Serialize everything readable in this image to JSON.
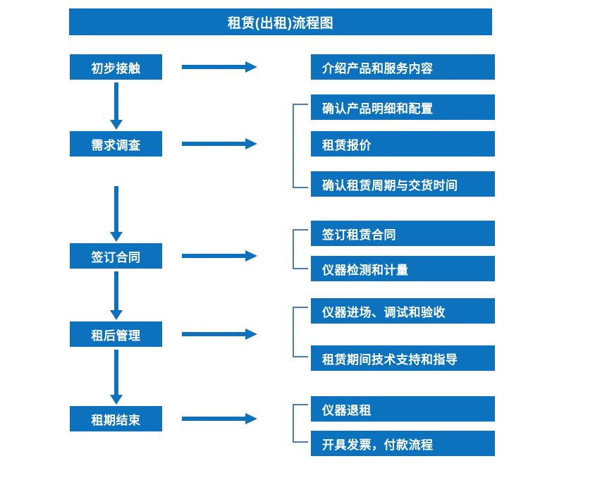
{
  "diagram": {
    "title": "租赁(出租)流程图",
    "accent_color": "#0c72bd",
    "bracket_color": "#4a7cb5",
    "text_color": "#ffffff",
    "background_color": "#ffffff"
  },
  "stages": [
    {
      "label": "初步接触"
    },
    {
      "label": "需求调查"
    },
    {
      "label": "签订合同"
    },
    {
      "label": "租后管理"
    },
    {
      "label": "租期结束"
    }
  ],
  "tasks": [
    {
      "label": "介绍产品和服务内容"
    },
    {
      "label": "确认产品明细和配置"
    },
    {
      "label": "租赁报价"
    },
    {
      "label": "确认租赁周期与交货时间"
    },
    {
      "label": "签订租赁合同"
    },
    {
      "label": "仪器检测和计量"
    },
    {
      "label": "仪器进场、调试和验收"
    },
    {
      "label": "租赁期间技术支持和指导"
    },
    {
      "label": "仪器退租"
    },
    {
      "label": "开具发票，付款流程"
    }
  ],
  "connectors": {
    "horizontal_arrow_count": 5,
    "vertical_arrow_count": 4,
    "bracket_count": 4
  }
}
